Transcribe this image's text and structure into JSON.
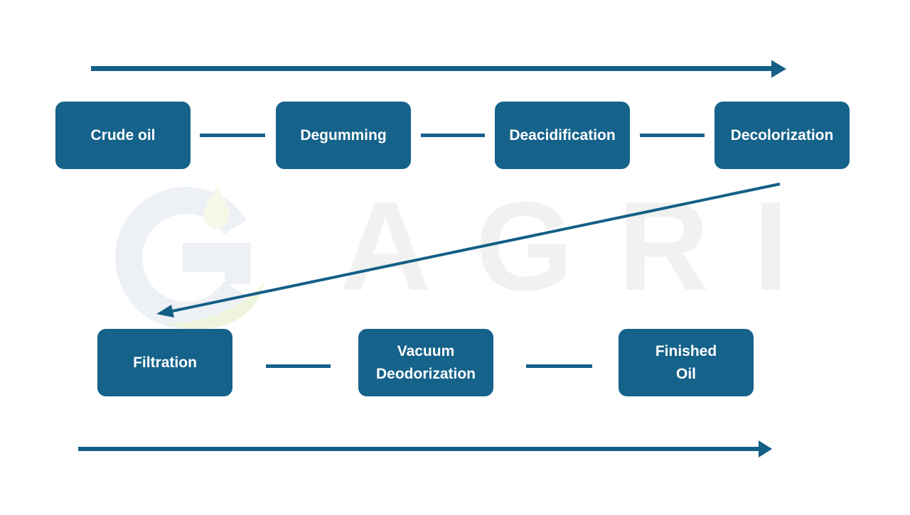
{
  "colors": {
    "background": "#ffffff",
    "node_fill": "#15628a",
    "node_text": "#ffffff",
    "arrow": "#145f86",
    "connector": "#15628a",
    "watermark_text": "#f1f1f1",
    "watermark_logo_ring": "#edf1f6",
    "watermark_droplet": "#f6f9e8",
    "watermark_leaf": "#eef5dc"
  },
  "watermark": {
    "text": "AGRI",
    "logo": "g-droplet-leaf-logo"
  },
  "flow": {
    "top_row": [
      {
        "label": "Crude oil"
      },
      {
        "label": "Degumming"
      },
      {
        "label": "Deacidification"
      },
      {
        "label": "Decolorization"
      }
    ],
    "bottom_row": [
      {
        "label": "Filtration"
      },
      {
        "label": "Vacuum\nDeodorization"
      },
      {
        "label": "Finished\nOil"
      }
    ]
  }
}
